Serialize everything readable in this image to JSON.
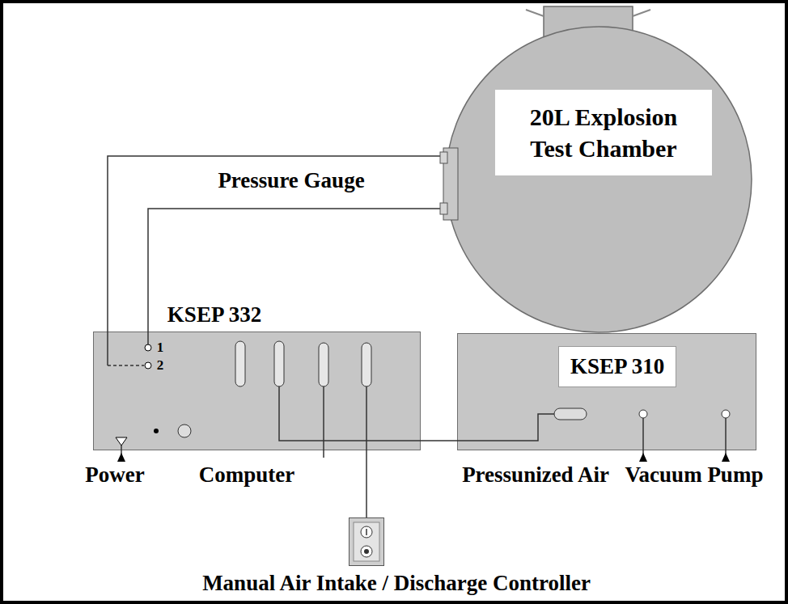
{
  "diagram": {
    "nodes": [
      {
        "text": [
          "20L Explosion Test Chamber"
        ]
      },
      {
        "text": [
          "KSEP 332"
        ]
      },
      {
        "text": [
          "KSEP 310"
        ]
      },
      {
        "text": [
          "Manual Air Intake / Discharge Controller"
        ]
      }
    ],
    "edges": [
      {
        "from": 0,
        "to": 1,
        "arrow": "none"
      },
      {
        "from": 0,
        "to": 1,
        "arrow": "none"
      },
      {
        "from": 1,
        "to": 2,
        "arrow": "none"
      },
      {
        "from": 1,
        "to": 3,
        "arrow": "none"
      }
    ],
    "labels": [
      "Pressure Gauge",
      "1",
      "2",
      "Power",
      "Computer",
      "Pressunized Air",
      "Vacuum Pump"
    ]
  }
}
